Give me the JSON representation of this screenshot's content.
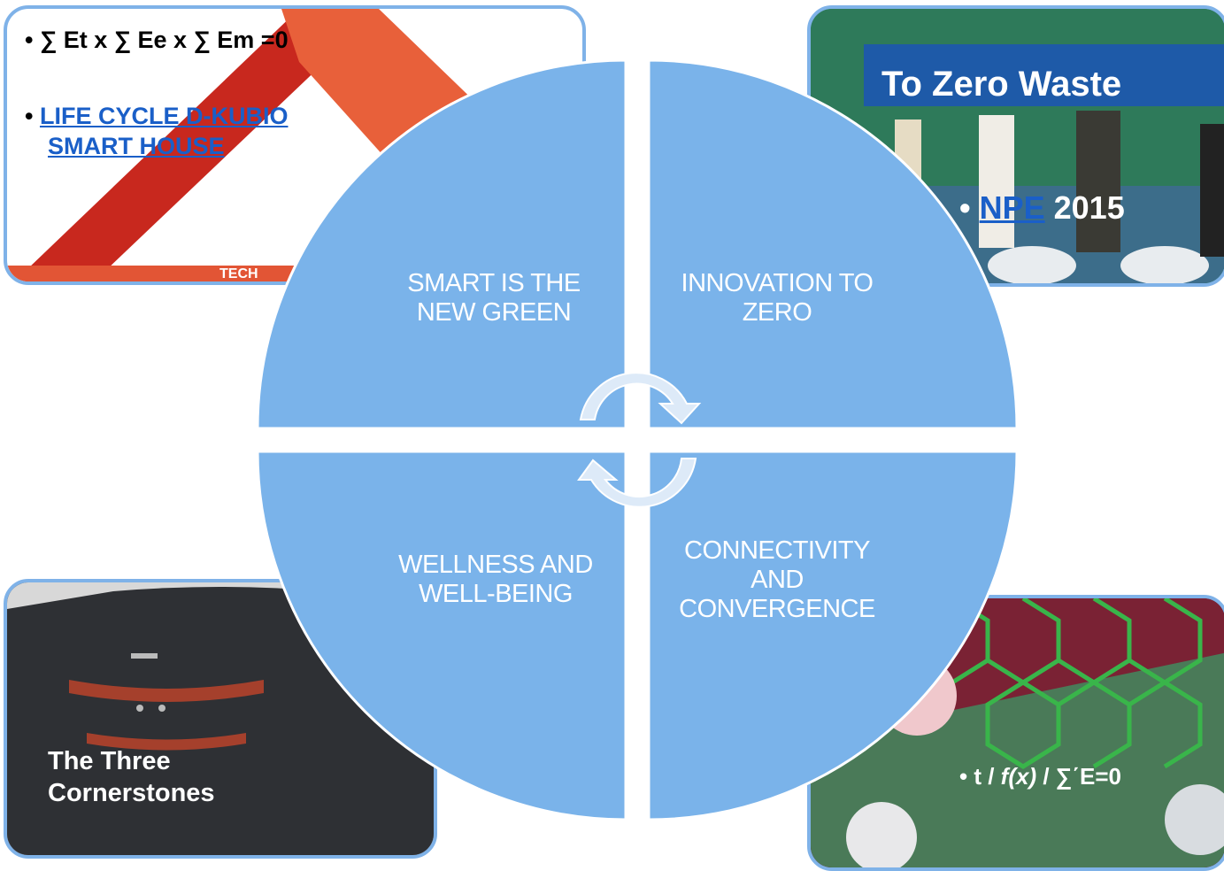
{
  "panels": {
    "top_left": {
      "formula": "∑ Et x ∑ Ee x ∑ Em =0",
      "link_line1": "LIFE CYCLE  D-KUBIO",
      "link_line2": "SMART HOUSE",
      "image_text": "TECH"
    },
    "top_right": {
      "banner": "To Zero Waste",
      "link": "NPE",
      "year": " 2015"
    },
    "bottom_left": {
      "caption_line1": "The Three",
      "caption_line2": "Cornerstones"
    },
    "bottom_right": {
      "formula_t": "t",
      "formula_sep1": " / ",
      "formula_fx": "f(x)",
      "formula_sep2": "  /  ",
      "formula_end": "∑΄E=0"
    }
  },
  "cycle": {
    "quadrants": [
      {
        "line1": "SMART IS THE",
        "line2": "NEW GREEN"
      },
      {
        "line1": "INNOVATION  TO",
        "line2": "ZERO"
      },
      {
        "line1": "WELLNESS AND",
        "line2": "WELL-BEING"
      },
      {
        "line1": "CONNECTIVITY",
        "line2": "AND",
        "line3": "CONVERGENCE"
      }
    ]
  },
  "colors": {
    "quadrant_fill": "#7ab3ea",
    "panel_border": "#7fb2e8",
    "link": "#1a5fc8"
  }
}
